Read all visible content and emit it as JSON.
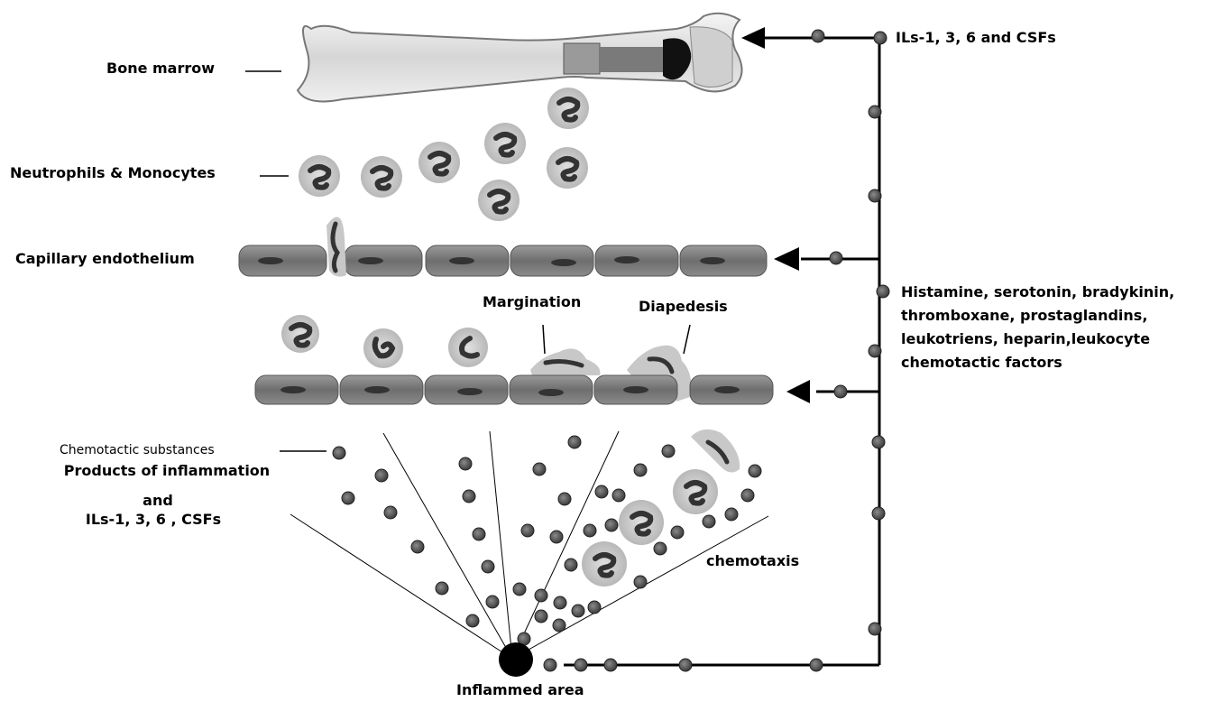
{
  "labels": {
    "bone_marrow": "Bone marrow",
    "neutrophils": "Neutrophils & Monocytes",
    "capillary": "Capillary endothelium",
    "margination": "Margination",
    "diapedesis": "Diapedesis",
    "chemotactic_substances": "Chemotactic substances",
    "products_line1": "Products of inflammation",
    "products_line2": "and",
    "products_line3": "ILs-1, 3, 6 ,  CSFs",
    "chemotaxis": "chemotaxis",
    "inflamed_area": "Inflammed area",
    "ils_csfs": "ILs-1, 3, 6 and CSFs",
    "mediators_line1": "Histamine, serotonin, bradykinin,",
    "mediators_line2": "thromboxane, prostaglandins,",
    "mediators_line3": "leukotriens, heparin,leukocyte",
    "mediators_line4": "chemotactic factors"
  },
  "colors": {
    "cell_body": "#c8c8c8",
    "nucleus": "#3a3a3a",
    "endothelium": "#7a7a7a",
    "dot": "#555555",
    "line": "#000000"
  }
}
